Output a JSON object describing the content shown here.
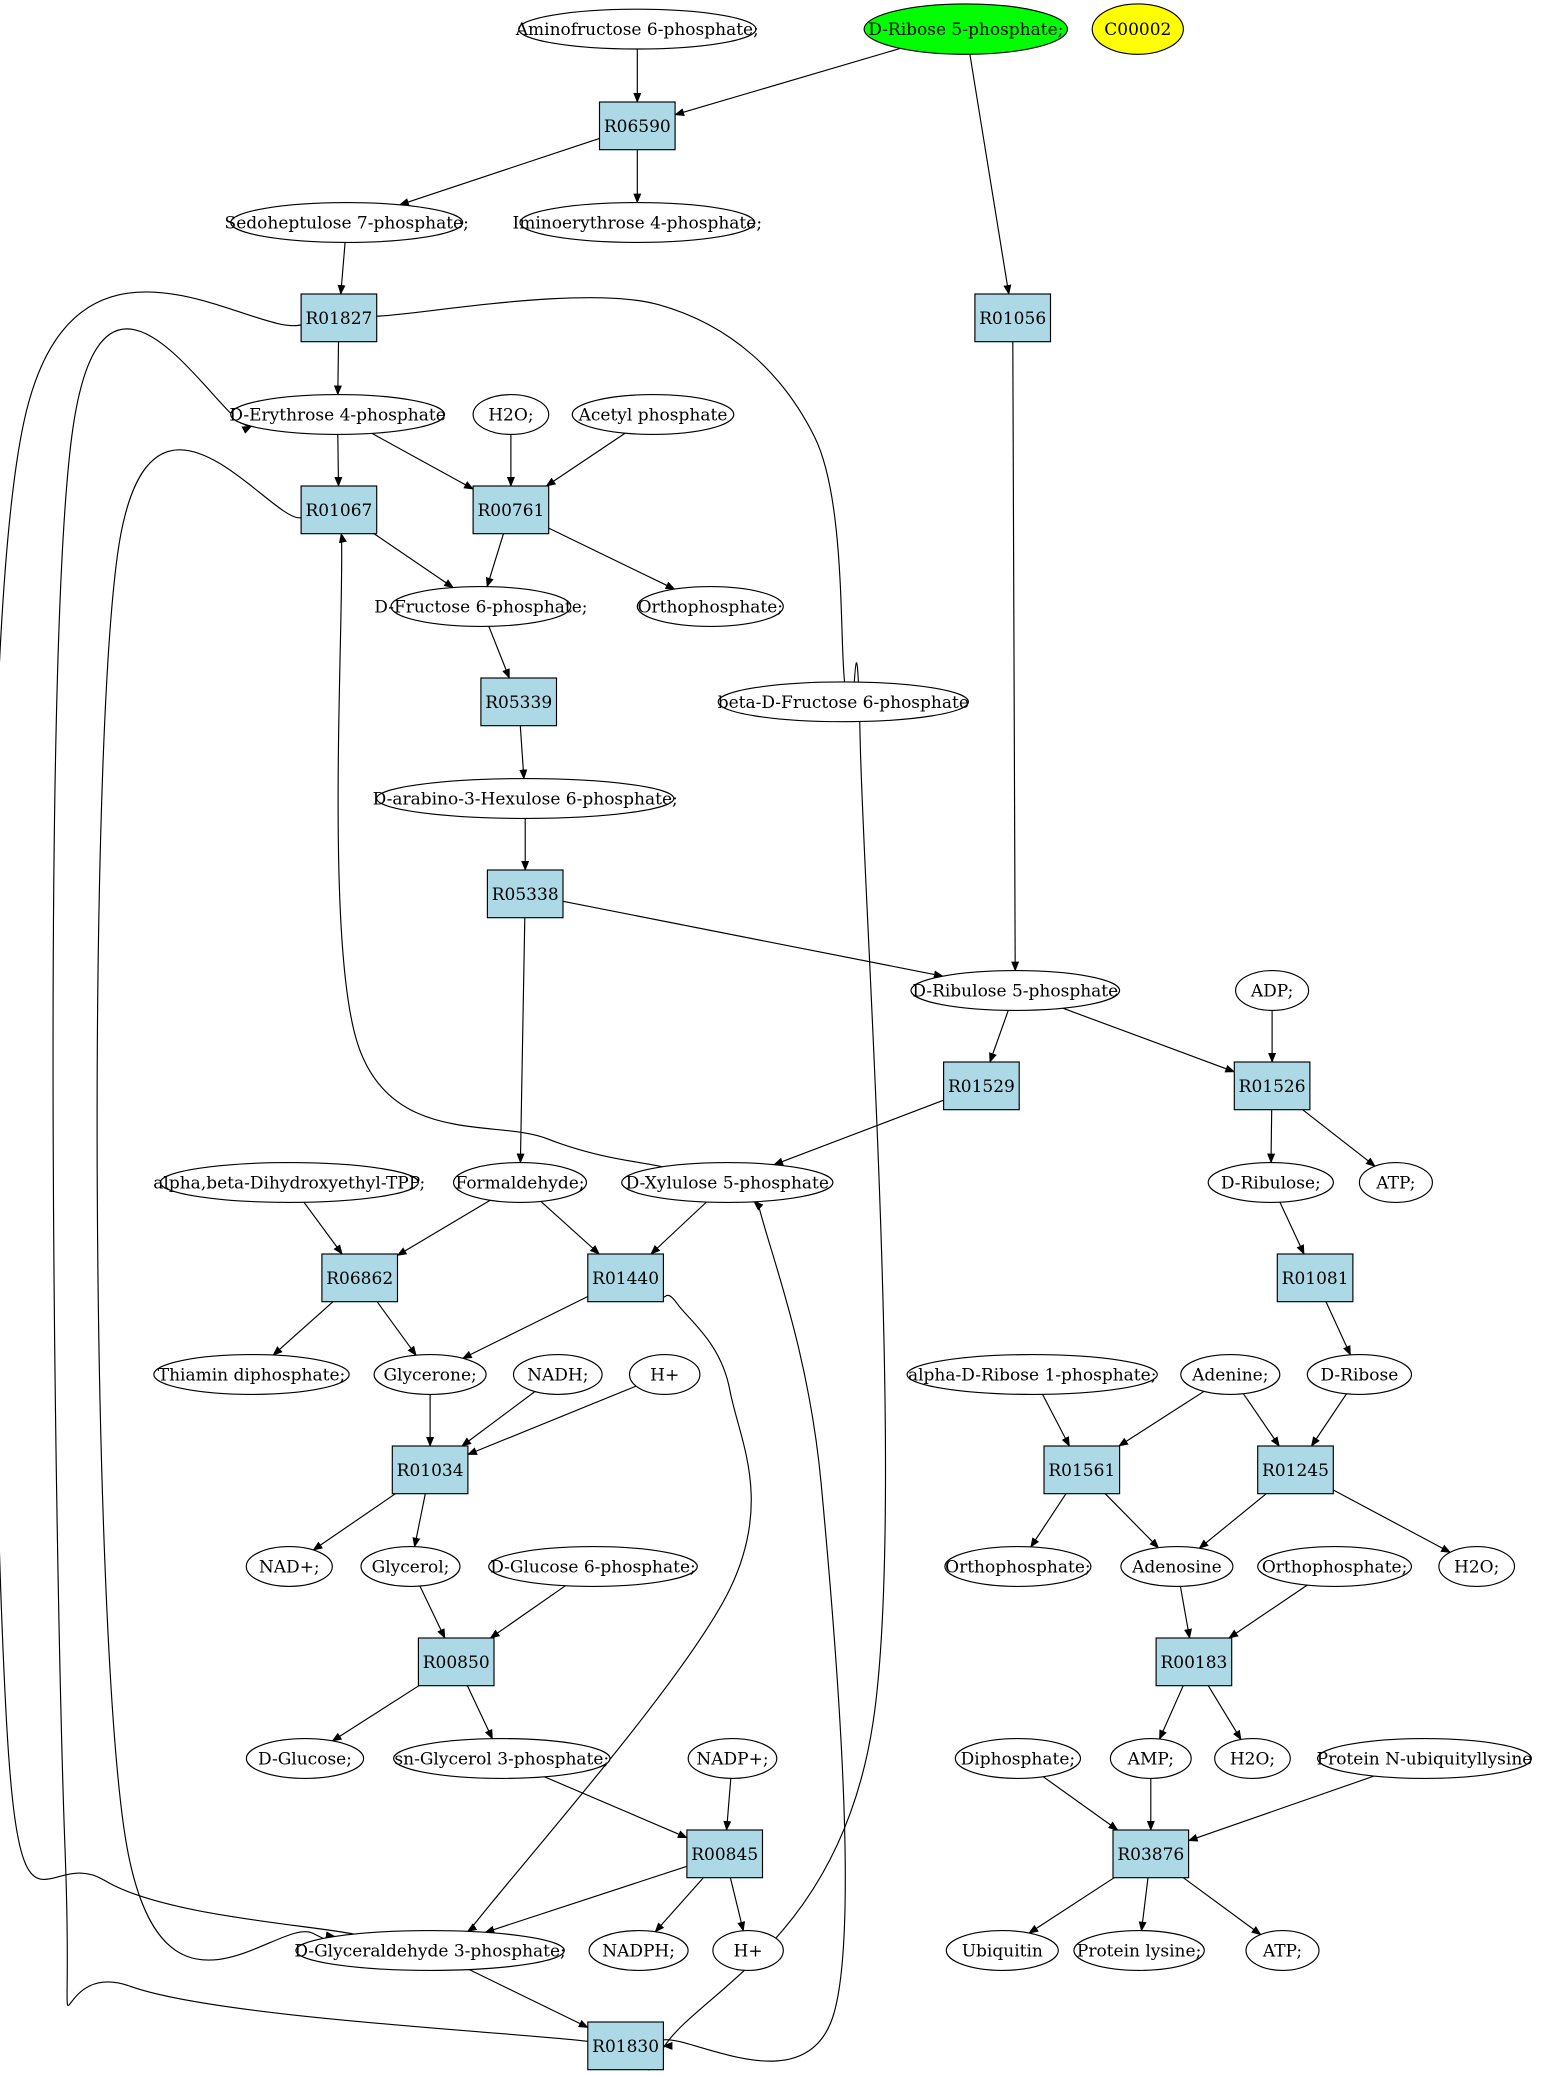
{
  "colors": {
    "reaction_fill": "#add8e6",
    "compound_fill": "#ffffff",
    "highlight_green": "#00ff00",
    "highlight_yellow": "#ffff00",
    "stroke": "#000000"
  },
  "nodes": {
    "aminofructose_6p": {
      "label": "Aminofructose 6-phosphate;",
      "kind": "compound"
    },
    "d_ribose_5p": {
      "label": "D-Ribose 5-phosphate;",
      "kind": "compound",
      "fill": "green"
    },
    "c00002": {
      "label": "C00002",
      "kind": "compound",
      "fill": "yellow"
    },
    "r06590": {
      "label": "R06590",
      "kind": "reaction"
    },
    "sedoheptulose_7p": {
      "label": "Sedoheptulose 7-phosphate;",
      "kind": "compound"
    },
    "iminoerythrose_4p": {
      "label": "Iminoerythrose 4-phosphate;",
      "kind": "compound"
    },
    "r01827": {
      "label": "R01827",
      "kind": "reaction"
    },
    "r01056": {
      "label": "R01056",
      "kind": "reaction"
    },
    "d_erythrose_4p": {
      "label": "D-Erythrose 4-phosphate",
      "kind": "compound"
    },
    "h2o_1": {
      "label": "H2O;",
      "kind": "compound"
    },
    "acetyl_phosphate": {
      "label": "Acetyl phosphate",
      "kind": "compound"
    },
    "r01067": {
      "label": "R01067",
      "kind": "reaction"
    },
    "r00761": {
      "label": "R00761",
      "kind": "reaction"
    },
    "d_fructose_6p": {
      "label": "D-Fructose 6-phosphate;",
      "kind": "compound"
    },
    "orthophosphate_1": {
      "label": "Orthophosphate;",
      "kind": "compound"
    },
    "r05339": {
      "label": "R05339",
      "kind": "reaction"
    },
    "beta_d_fructose_6p": {
      "label": "beta-D-Fructose 6-phosphate",
      "kind": "compound"
    },
    "d_arabino_3_hexulose_6p": {
      "label": "D-arabino-3-Hexulose 6-phosphate;",
      "kind": "compound"
    },
    "r05338": {
      "label": "R05338",
      "kind": "reaction"
    },
    "d_ribulose_5p": {
      "label": "D-Ribulose 5-phosphate",
      "kind": "compound"
    },
    "adp": {
      "label": "ADP;",
      "kind": "compound"
    },
    "r01529": {
      "label": "R01529",
      "kind": "reaction"
    },
    "r01526": {
      "label": "R01526",
      "kind": "reaction"
    },
    "alpha_beta_dhe_tpp": {
      "label": "alpha,beta-Dihydroxyethyl-TPP;",
      "kind": "compound"
    },
    "formaldehyde": {
      "label": "Formaldehyde;",
      "kind": "compound"
    },
    "d_xylulose_5p": {
      "label": "D-Xylulose 5-phosphate",
      "kind": "compound"
    },
    "d_ribulose": {
      "label": "D-Ribulose;",
      "kind": "compound"
    },
    "atp_1": {
      "label": "ATP;",
      "kind": "compound"
    },
    "r06862": {
      "label": "R06862",
      "kind": "reaction"
    },
    "r01440": {
      "label": "R01440",
      "kind": "reaction"
    },
    "r01081": {
      "label": "R01081",
      "kind": "reaction"
    },
    "thiamin_diphosphate": {
      "label": "Thiamin diphosphate;",
      "kind": "compound"
    },
    "glycerone": {
      "label": "Glycerone;",
      "kind": "compound"
    },
    "nadh": {
      "label": "NADH;",
      "kind": "compound"
    },
    "h_plus_1": {
      "label": "H+",
      "kind": "compound"
    },
    "alpha_d_ribose_1p": {
      "label": "alpha-D-Ribose 1-phosphate;",
      "kind": "compound"
    },
    "adenine": {
      "label": "Adenine;",
      "kind": "compound"
    },
    "d_ribose": {
      "label": "D-Ribose",
      "kind": "compound"
    },
    "r01034": {
      "label": "R01034",
      "kind": "reaction"
    },
    "r01561": {
      "label": "R01561",
      "kind": "reaction"
    },
    "r01245": {
      "label": "R01245",
      "kind": "reaction"
    },
    "nad_plus": {
      "label": "NAD+;",
      "kind": "compound"
    },
    "glycerol": {
      "label": "Glycerol;",
      "kind": "compound"
    },
    "d_glucose_6p": {
      "label": "D-Glucose 6-phosphate;",
      "kind": "compound"
    },
    "orthophosphate_2": {
      "label": "Orthophosphate;",
      "kind": "compound"
    },
    "adenosine": {
      "label": "Adenosine",
      "kind": "compound"
    },
    "orthophosphate_3": {
      "label": "Orthophosphate;",
      "kind": "compound"
    },
    "h2o_2": {
      "label": "H2O;",
      "kind": "compound"
    },
    "r00850": {
      "label": "R00850",
      "kind": "reaction"
    },
    "r00183": {
      "label": "R00183",
      "kind": "reaction"
    },
    "d_glucose": {
      "label": "D-Glucose;",
      "kind": "compound"
    },
    "sn_glycerol_3p": {
      "label": "sn-Glycerol 3-phosphate;",
      "kind": "compound"
    },
    "nadp_plus": {
      "label": "NADP+;",
      "kind": "compound"
    },
    "diphosphate": {
      "label": "Diphosphate;",
      "kind": "compound"
    },
    "amp": {
      "label": "AMP;",
      "kind": "compound"
    },
    "h2o_3": {
      "label": "H2O;",
      "kind": "compound"
    },
    "protein_n_ubiquityllysine": {
      "label": "Protein N-ubiquityllysine",
      "kind": "compound"
    },
    "r00845": {
      "label": "R00845",
      "kind": "reaction"
    },
    "r03876": {
      "label": "R03876",
      "kind": "reaction"
    },
    "d_glyceraldehyde_3p": {
      "label": "D-Glyceraldehyde 3-phosphate;",
      "kind": "compound"
    },
    "nadph": {
      "label": "NADPH;",
      "kind": "compound"
    },
    "h_plus_2": {
      "label": "H+",
      "kind": "compound"
    },
    "ubiquitin": {
      "label": "Ubiquitin",
      "kind": "compound"
    },
    "protein_lysine": {
      "label": "Protein lysine;",
      "kind": "compound"
    },
    "atp_2": {
      "label": "ATP;",
      "kind": "compound"
    },
    "r01830": {
      "label": "R01830",
      "kind": "reaction"
    }
  },
  "edges": [
    [
      "aminofructose_6p",
      "r06590"
    ],
    [
      "d_ribose_5p",
      "r06590"
    ],
    [
      "r06590",
      "sedoheptulose_7p"
    ],
    [
      "r06590",
      "iminoerythrose_4p"
    ],
    [
      "d_ribose_5p",
      "r01056"
    ],
    [
      "sedoheptulose_7p",
      "r01827"
    ],
    [
      "r01827",
      "d_erythrose_4p"
    ],
    [
      "r01827",
      "beta_d_fructose_6p"
    ],
    [
      "d_erythrose_4p",
      "r01067"
    ],
    [
      "d_erythrose_4p",
      "r00761"
    ],
    [
      "h2o_1",
      "r00761"
    ],
    [
      "acetyl_phosphate",
      "r00761"
    ],
    [
      "r01067",
      "d_fructose_6p"
    ],
    [
      "r00761",
      "d_fructose_6p"
    ],
    [
      "r00761",
      "orthophosphate_1"
    ],
    [
      "d_fructose_6p",
      "r05339"
    ],
    [
      "r05339",
      "d_arabino_3_hexulose_6p"
    ],
    [
      "d_arabino_3_hexulose_6p",
      "r05338"
    ],
    [
      "r05338",
      "d_ribulose_5p"
    ],
    [
      "r05338",
      "formaldehyde"
    ],
    [
      "r01056",
      "d_ribulose_5p"
    ],
    [
      "d_ribulose_5p",
      "r01529"
    ],
    [
      "d_ribulose_5p",
      "r01526"
    ],
    [
      "adp",
      "r01526"
    ],
    [
      "r01529",
      "d_xylulose_5p"
    ],
    [
      "d_xylulose_5p",
      "r01067"
    ],
    [
      "r01526",
      "d_ribulose"
    ],
    [
      "r01526",
      "atp_1"
    ],
    [
      "d_ribulose",
      "r01081"
    ],
    [
      "r01081",
      "d_ribose"
    ],
    [
      "alpha_beta_dhe_tpp",
      "r06862"
    ],
    [
      "formaldehyde",
      "r06862"
    ],
    [
      "formaldehyde",
      "r01440"
    ],
    [
      "d_xylulose_5p",
      "r01440"
    ],
    [
      "r06862",
      "thiamin_diphosphate"
    ],
    [
      "r06862",
      "glycerone"
    ],
    [
      "r01440",
      "glycerone"
    ],
    [
      "r01440",
      "d_glyceraldehyde_3p"
    ],
    [
      "glycerone",
      "r01034"
    ],
    [
      "nadh",
      "r01034"
    ],
    [
      "h_plus_1",
      "r01034"
    ],
    [
      "r01034",
      "nad_plus"
    ],
    [
      "r01034",
      "glycerol"
    ],
    [
      "glycerol",
      "r00850"
    ],
    [
      "d_glucose_6p",
      "r00850"
    ],
    [
      "r00850",
      "d_glucose"
    ],
    [
      "r00850",
      "sn_glycerol_3p"
    ],
    [
      "sn_glycerol_3p",
      "r00845"
    ],
    [
      "nadp_plus",
      "r00845"
    ],
    [
      "r00845",
      "d_glyceraldehyde_3p"
    ],
    [
      "r00845",
      "nadph"
    ],
    [
      "r00845",
      "h_plus_2"
    ],
    [
      "d_glyceraldehyde_3p",
      "r01830"
    ],
    [
      "beta_d_fructose_6p",
      "r01830"
    ],
    [
      "r01830",
      "d_xylulose_5p"
    ],
    [
      "d_glyceraldehyde_3p",
      "r01827"
    ],
    [
      "r01067",
      "d_glyceraldehyde_3p"
    ],
    [
      "r01830",
      "d_erythrose_4p"
    ],
    [
      "alpha_d_ribose_1p",
      "r01561"
    ],
    [
      "adenine",
      "r01561"
    ],
    [
      "adenine",
      "r01245"
    ],
    [
      "d_ribose",
      "r01245"
    ],
    [
      "r01561",
      "orthophosphate_2"
    ],
    [
      "r01561",
      "adenosine"
    ],
    [
      "r01245",
      "adenosine"
    ],
    [
      "r01245",
      "h2o_2"
    ],
    [
      "adenosine",
      "r00183"
    ],
    [
      "orthophosphate_3",
      "r00183"
    ],
    [
      "r00183",
      "amp"
    ],
    [
      "r00183",
      "h2o_3"
    ],
    [
      "diphosphate",
      "r03876"
    ],
    [
      "amp",
      "r03876"
    ],
    [
      "protein_n_ubiquityllysine",
      "r03876"
    ],
    [
      "r03876",
      "ubiquitin"
    ],
    [
      "r03876",
      "protein_lysine"
    ],
    [
      "r03876",
      "atp_2"
    ]
  ]
}
